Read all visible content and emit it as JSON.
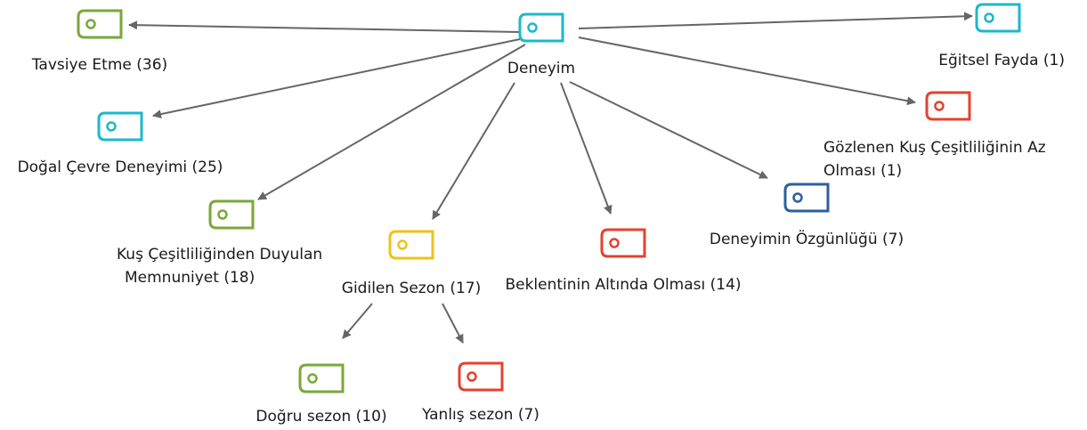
{
  "colors": {
    "cyan": "#1bb8cc",
    "green": "#7aa83a",
    "red": "#e2432f",
    "yellow": "#efc318",
    "blue": "#2d5f9e",
    "arrow": "#666666"
  },
  "root": {
    "label": "Deneyim",
    "icon": "code-tag-icon",
    "color": "cyan"
  },
  "nodes": [
    {
      "key": "tavsiye",
      "label": "Tavsiye Etme (36)",
      "color": "green",
      "icon": "code-tag-icon",
      "parent": "root"
    },
    {
      "key": "dogal",
      "label": "Doğal Çevre Deneyimi (25)",
      "color": "cyan",
      "icon": "code-tag-icon",
      "parent": "root"
    },
    {
      "key": "kus",
      "label_lines": [
        "Kuş Çeşitliliğinden Duyulan",
        "Memnuniyet (18)"
      ],
      "color": "green",
      "icon": "code-tag-icon",
      "parent": "root"
    },
    {
      "key": "gidilen",
      "label": "Gidilen Sezon (17)",
      "color": "yellow",
      "icon": "code-tag-icon",
      "parent": "root"
    },
    {
      "key": "beklenti",
      "label": "Beklentinin Altında Olması (14)",
      "color": "red",
      "icon": "code-tag-icon",
      "parent": "root"
    },
    {
      "key": "ozgun",
      "label": "Deneyimin Özgünlüğü (7)",
      "color": "blue",
      "icon": "code-tag-icon",
      "parent": "root"
    },
    {
      "key": "gozlenen",
      "label_lines": [
        "Gözlenen Kuş Çeşitliliğinin Az",
        "Olması (1)"
      ],
      "color": "red",
      "icon": "code-tag-icon",
      "parent": "root"
    },
    {
      "key": "egitsel",
      "label": "Eğitsel Fayda (1)",
      "color": "cyan",
      "icon": "code-tag-icon",
      "parent": "root"
    },
    {
      "key": "dogru",
      "label": "Doğru sezon (10)",
      "color": "green",
      "icon": "code-tag-icon",
      "parent": "gidilen"
    },
    {
      "key": "yanlis",
      "label": "Yanlış sezon (7)",
      "color": "red",
      "icon": "code-tag-icon",
      "parent": "gidilen"
    }
  ]
}
